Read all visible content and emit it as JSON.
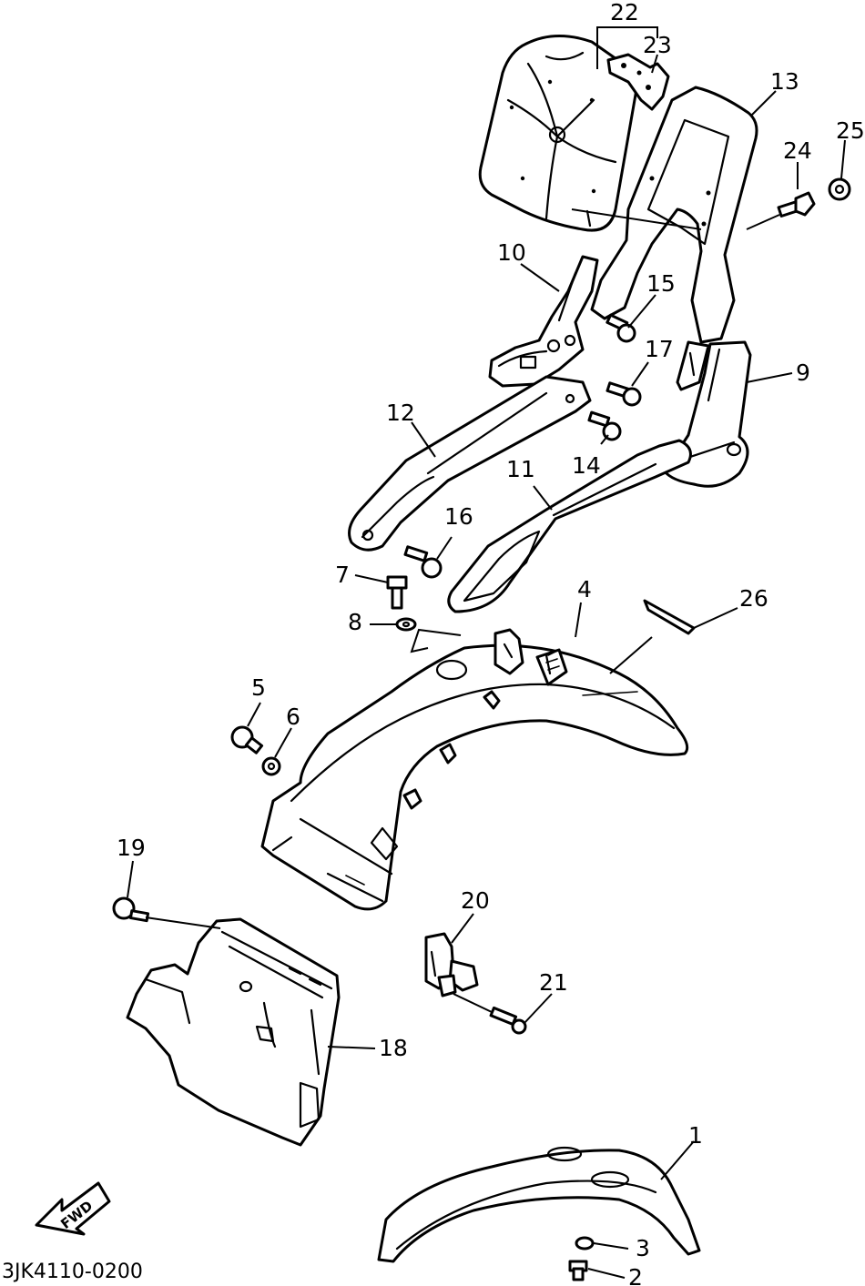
{
  "diagram": {
    "drawing_code": "3JK4110-0200",
    "fwd_label": "FWD",
    "callouts": [
      {
        "id": "1",
        "label": "1"
      },
      {
        "id": "2",
        "label": "2"
      },
      {
        "id": "3",
        "label": "3"
      },
      {
        "id": "4",
        "label": "4"
      },
      {
        "id": "5",
        "label": "5"
      },
      {
        "id": "6",
        "label": "6"
      },
      {
        "id": "7",
        "label": "7"
      },
      {
        "id": "8",
        "label": "8"
      },
      {
        "id": "9",
        "label": "9"
      },
      {
        "id": "10",
        "label": "10"
      },
      {
        "id": "11",
        "label": "11"
      },
      {
        "id": "12",
        "label": "12"
      },
      {
        "id": "13",
        "label": "13"
      },
      {
        "id": "14",
        "label": "14"
      },
      {
        "id": "15",
        "label": "15"
      },
      {
        "id": "16",
        "label": "16"
      },
      {
        "id": "17",
        "label": "17"
      },
      {
        "id": "18",
        "label": "18"
      },
      {
        "id": "19",
        "label": "19"
      },
      {
        "id": "20",
        "label": "20"
      },
      {
        "id": "21",
        "label": "21"
      },
      {
        "id": "22",
        "label": "22"
      },
      {
        "id": "23",
        "label": "23"
      },
      {
        "id": "24",
        "label": "24"
      },
      {
        "id": "25",
        "label": "25"
      },
      {
        "id": "26",
        "label": "26"
      }
    ]
  }
}
